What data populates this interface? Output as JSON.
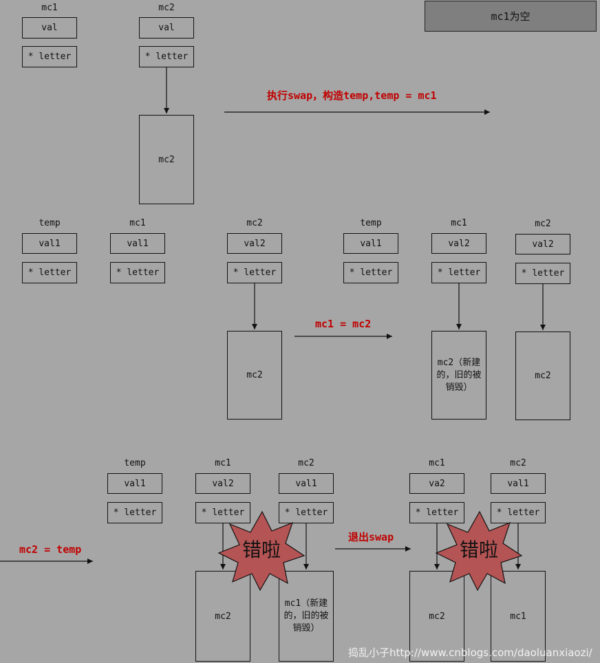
{
  "title": "mc1为空",
  "labels": {
    "mc1": "mc1",
    "mc2": "mc2",
    "temp": "temp"
  },
  "fields": {
    "val": "val",
    "val1": "val1",
    "val2": "val2",
    "va2": "va2",
    "letter": "* letter"
  },
  "heap": {
    "mc2": "mc2",
    "mc2_new": "mc2（新建的，旧的被销毁）",
    "mc1_new": "mc1（新建的，旧的被销毁）",
    "mc1": "mc1"
  },
  "steps": {
    "swap_start": "执行swap，构造temp,temp = mc1",
    "assign_mc1": "mc1 = mc2",
    "assign_mc2": "mc2 = temp",
    "exit_swap": "退出swap"
  },
  "error_text": "错啦",
  "watermark": "捣乱小子http://www.cnblogs.com/daoluanxiaozi/",
  "colors": {
    "background": "#a6a6a6",
    "title_fill": "#7f7f7f",
    "step_text": "#c00000",
    "star_fill": "#b55454"
  }
}
